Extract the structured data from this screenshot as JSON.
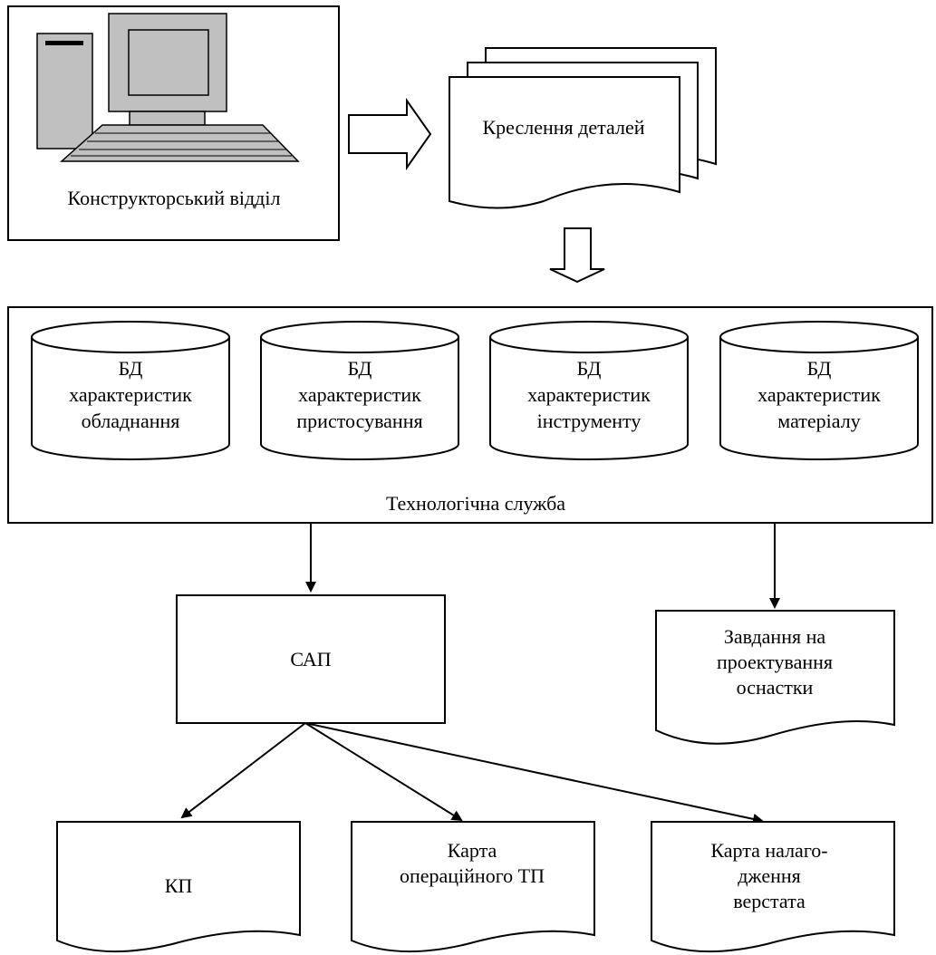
{
  "design_dept": {
    "label": "Конструкторський відділ"
  },
  "drawings": {
    "label": "Креслення деталей"
  },
  "tech_service": {
    "label": "Технологічна служба",
    "databases": [
      {
        "line1": "БД",
        "line2": "характеристик",
        "line3": "обладнання"
      },
      {
        "line1": "БД",
        "line2": "характеристик",
        "line3": "пристосування"
      },
      {
        "line1": "БД",
        "line2": "характеристик",
        "line3": "інструменту"
      },
      {
        "line1": "БД",
        "line2": "характеристик",
        "line3": "матеріалу"
      }
    ]
  },
  "sap": {
    "label": "САП"
  },
  "tooling_task": {
    "line1": "Завдання на",
    "line2": "проектування",
    "line3": "оснастки"
  },
  "outputs": {
    "kp": {
      "label": "КП"
    },
    "op_card": {
      "line1": "Карта",
      "line2": "операційного ТП"
    },
    "setup_card": {
      "line1": "Карта налаго-",
      "line2": "дження",
      "line3": "верстата"
    }
  },
  "colors": {
    "stroke": "#000000",
    "computer_fill": "#c0c0c0",
    "background": "#ffffff"
  }
}
